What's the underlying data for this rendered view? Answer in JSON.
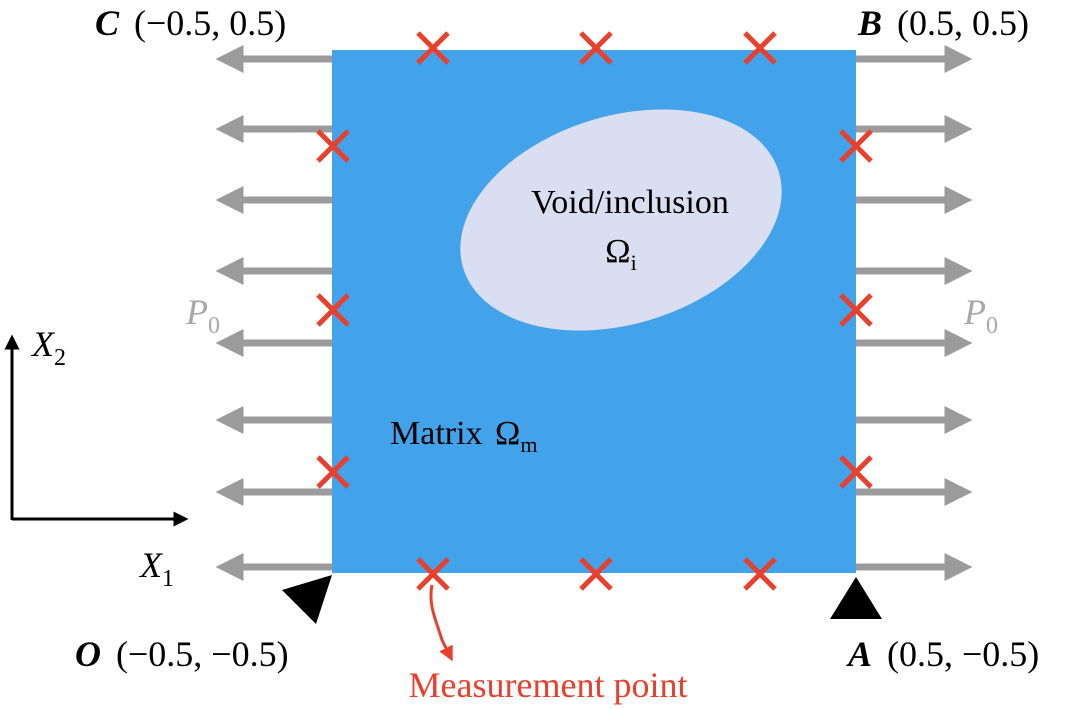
{
  "corners": {
    "C": {
      "letter": "C",
      "coords": "(−0.5, 0.5)"
    },
    "B": {
      "letter": "B",
      "coords": "(0.5, 0.5)"
    },
    "O": {
      "letter": "O",
      "coords": "(−0.5, −0.5)"
    },
    "A": {
      "letter": "A",
      "coords": "(0.5, −0.5)"
    }
  },
  "inclusion": {
    "label": "Void/inclusion",
    "symbol": "Ω",
    "subscript": "i"
  },
  "matrix": {
    "label": "Matrix",
    "symbol": "Ω",
    "subscript": "m"
  },
  "load": {
    "left_symbol": "P",
    "left_subscript": "0",
    "right_symbol": "P",
    "right_subscript": "0"
  },
  "axes": {
    "x1": {
      "symbol": "X",
      "subscript": "1"
    },
    "x2": {
      "symbol": "X",
      "subscript": "2"
    }
  },
  "measurement": {
    "label": "Measurement point"
  },
  "colors": {
    "matrix_fill": "#42a2ea",
    "inclusion_fill": "#d9dff0",
    "arrow": "#9b9b9b",
    "marker": "#e8402c",
    "support": "#000000",
    "text": "#000000"
  }
}
